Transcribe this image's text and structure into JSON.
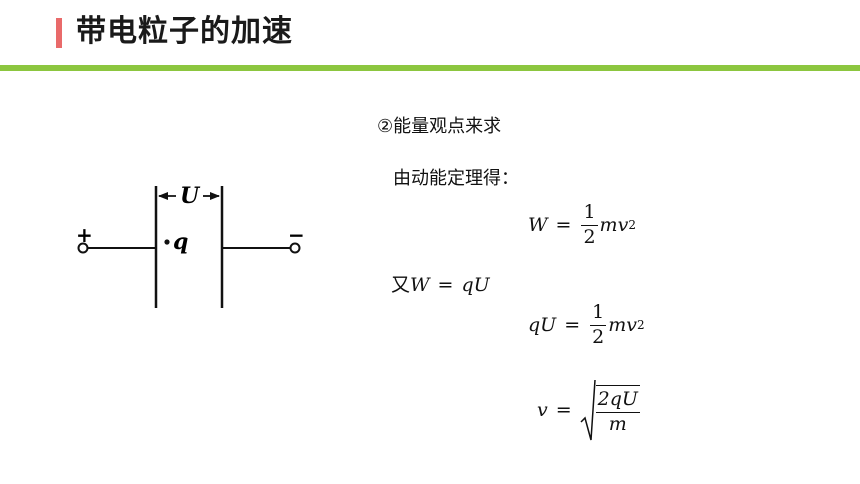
{
  "slide": {
    "title": "带电粒子的加速",
    "step_heading": "②能量观点来求",
    "intro_text": "由动能定理得：",
    "also_prefix": "又",
    "accent_color": "#e96a6a",
    "rule_color": "#8cc63f"
  },
  "diagram": {
    "voltage_label": "U",
    "charge_label": "q",
    "plus_sign": "+",
    "minus_sign": "−"
  },
  "equations": {
    "eq1": {
      "lhs": "W",
      "op": "=",
      "frac_num": "1",
      "frac_den": "2",
      "rhs": "mv",
      "exp": "2"
    },
    "eq_also": {
      "lhs": "W",
      "op": "=",
      "rhs": "qU"
    },
    "eq2": {
      "lhs": "qU",
      "op": "=",
      "frac_num": "1",
      "frac_den": "2",
      "rhs": "mv",
      "exp": "2"
    },
    "eq3": {
      "lhs": "v",
      "op": "=",
      "frac_num": "2qU",
      "frac_den": "m"
    }
  }
}
